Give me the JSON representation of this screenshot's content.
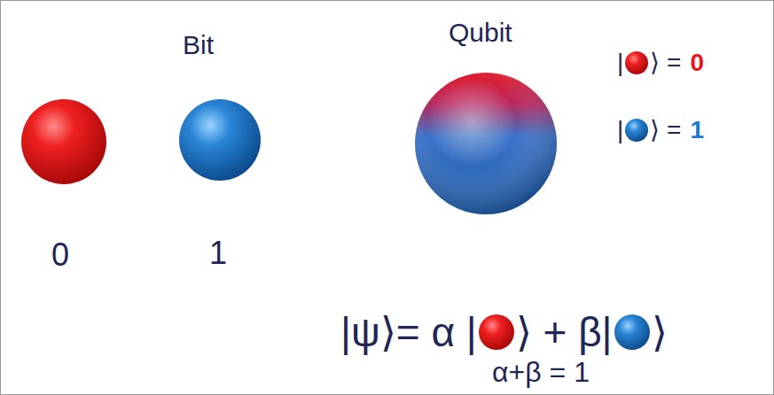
{
  "diagram": {
    "labels": [
      "Bit",
      "0",
      "1",
      "Qubit",
      "|",
      "⟩ =",
      "0",
      "|",
      "⟩ =",
      "1",
      "|ψ⟩= α |",
      "⟩ + β|",
      "⟩",
      "α+β = 1"
    ]
  }
}
